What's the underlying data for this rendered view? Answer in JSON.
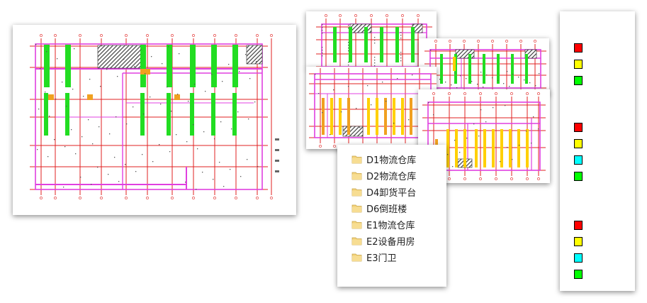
{
  "folders": [
    {
      "name": "D1物流仓库"
    },
    {
      "name": "D2物流仓库"
    },
    {
      "name": "D4卸货平台"
    },
    {
      "name": "D6倒班楼"
    },
    {
      "name": "E1物流仓库"
    },
    {
      "name": "E2设备用房"
    },
    {
      "name": "E3门卫"
    }
  ],
  "legend": {
    "groups": [
      {
        "title": "",
        "rows": [
          {
            "color": "#ff0000",
            "label": ""
          },
          {
            "color": "#ffff00",
            "label": ""
          },
          {
            "color": "#00ff00",
            "label": ""
          }
        ]
      },
      {
        "title": "",
        "rows": [
          {
            "color": "#ff0000",
            "label": ""
          },
          {
            "color": "#ffff00",
            "label": ""
          },
          {
            "color": "#00ffff",
            "label": ""
          },
          {
            "color": "#00ff00",
            "label": ""
          }
        ]
      },
      {
        "title": "",
        "rows": [
          {
            "color": "#ff0000",
            "label": ""
          },
          {
            "color": "#ffff00",
            "label": ""
          },
          {
            "color": "#00ffff",
            "label": ""
          },
          {
            "color": "#00ff00",
            "label": ""
          }
        ]
      }
    ]
  },
  "colors": {
    "grid_red": "#e02020",
    "wall_magenta": "#e040e0",
    "column_green": "#22dd22",
    "column_orange": "#f0a020",
    "column_yellow": "#ffd000",
    "hatch": "#333333",
    "folder_yellow": "#f3d27a"
  }
}
